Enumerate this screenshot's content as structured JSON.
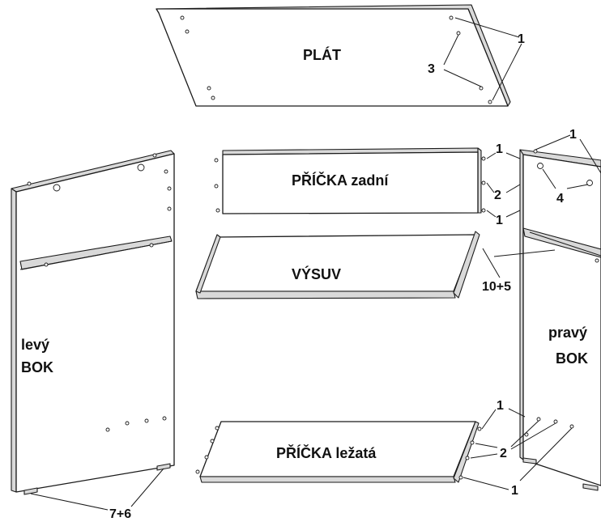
{
  "parts": {
    "plat": "PLÁT",
    "pricka_zadni": "PŘÍČKA zadní",
    "vysuv": "VÝSUV",
    "pricka_lezata": "PŘÍČKA ležatá",
    "levy_bok_line1": "levý",
    "levy_bok_line2": "BOK",
    "pravy_bok_line1": "pravý",
    "pravy_bok_line2": "BOK"
  },
  "callouts": {
    "c1": "1",
    "c2": "2",
    "c3": "3",
    "c4": "4",
    "c7_6": "7+6",
    "c10_5": "10+5"
  }
}
